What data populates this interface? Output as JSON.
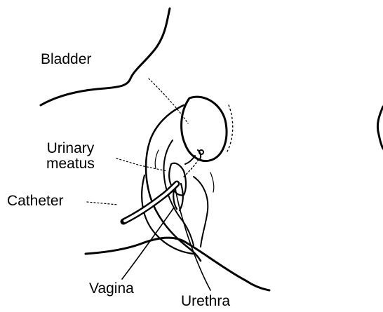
{
  "labels": {
    "bladder": "Bladder",
    "urinary_meatus_line1": "Urinary",
    "urinary_meatus_line2": "meatus",
    "catheter": "Catheter",
    "vagina": "Vagina",
    "urethra": "Urethra"
  },
  "colors": {
    "ink": "#000000",
    "background": "#ffffff"
  }
}
